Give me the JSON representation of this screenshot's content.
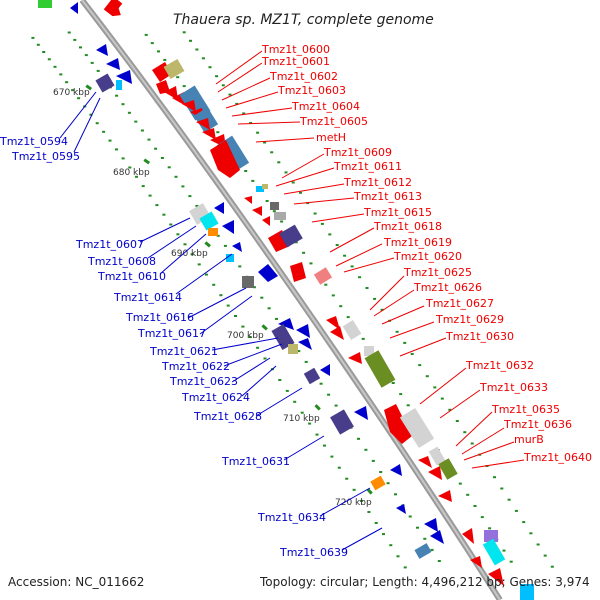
{
  "title": "Thauera sp. MZ1T, complete genome",
  "footer": {
    "accession": "Accession: NC_011662",
    "summary": "Topology: circular; Length: 4,496,212 bp; Genes: 3,974"
  },
  "kbp_marks": [
    "670 kbp",
    "680 kbp",
    "690 kbp",
    "700 kbp",
    "710 kbp",
    "720 kbp"
  ],
  "colors": {
    "forward_label": "#ee0000",
    "reverse_label": "#0000cc",
    "backbone": "#9a9a9a",
    "dots": "#228b22"
  },
  "forward_labels": [
    "Tmz1t_0600",
    "Tmz1t_0601",
    "Tmz1t_0602",
    "Tmz1t_0603",
    "Tmz1t_0604",
    "Tmz1t_0605",
    "metH",
    "Tmz1t_0609",
    "Tmz1t_0611",
    "Tmz1t_0612",
    "Tmz1t_0613",
    "Tmz1t_0615",
    "Tmz1t_0618",
    "Tmz1t_0619",
    "Tmz1t_0620",
    "Tmz1t_0625",
    "Tmz1t_0626",
    "Tmz1t_0627",
    "Tmz1t_0629",
    "Tmz1t_0630",
    "Tmz1t_0632",
    "Tmz1t_0633",
    "Tmz1t_0635",
    "Tmz1t_0636",
    "murB",
    "Tmz1t_0640"
  ],
  "reverse_labels": [
    "Tmz1t_0594",
    "Tmz1t_0595",
    "Tmz1t_0607",
    "Tmz1t_0608",
    "Tmz1t_0610",
    "Tmz1t_0614",
    "Tmz1t_0616",
    "Tmz1t_0617",
    "Tmz1t_0621",
    "Tmz1t_0622",
    "Tmz1t_0623",
    "Tmz1t_0624",
    "Tmz1t_0628",
    "Tmz1t_0631",
    "Tmz1t_0634",
    "Tmz1t_0639"
  ]
}
